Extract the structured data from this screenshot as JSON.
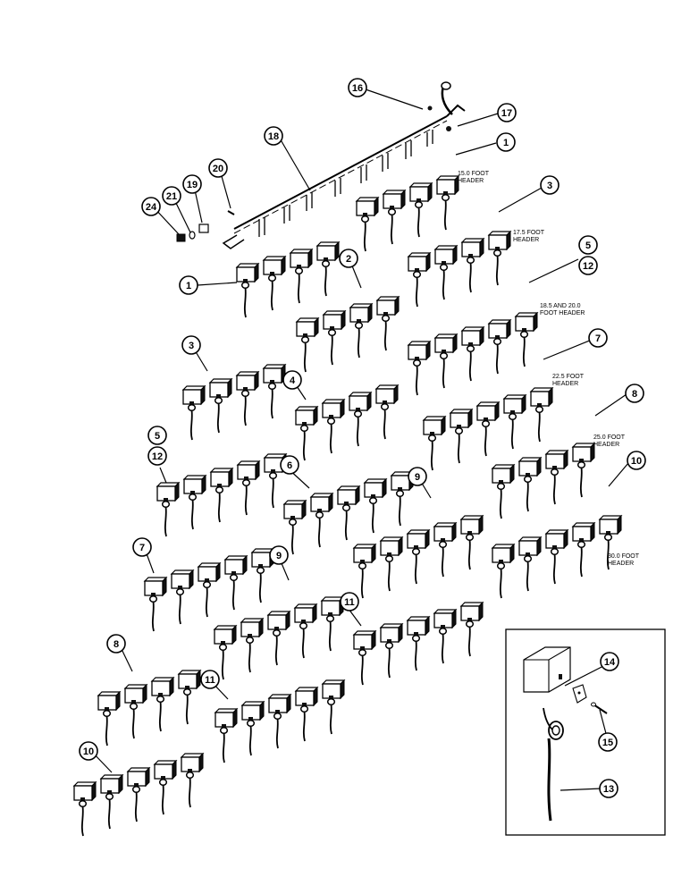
{
  "diagram": {
    "header_labels": {
      "h150": [
        "15.0 FOOT",
        "HEADER"
      ],
      "h175": [
        "17.5 FOOT",
        "HEADER"
      ],
      "h185": [
        "18.5 AND 20.0",
        "FOOT HEADER"
      ],
      "h225": [
        "22.5 FOOT",
        "HEADER"
      ],
      "h250": [
        "25.0 FOOT",
        "HEADER"
      ],
      "h300": [
        "30.0 FOOT",
        "HEADER"
      ]
    },
    "callouts": {
      "c16": "16",
      "c17": "17",
      "c18": "18",
      "c20": "20",
      "c19": "19",
      "c21": "21",
      "c24": "24",
      "c1a": "1",
      "c1b": "1",
      "c2": "2",
      "c3a": "3",
      "c3b": "3",
      "c4": "4",
      "c5a": "5",
      "c12a": "12",
      "c5b": "5",
      "c12b": "12",
      "c6": "6",
      "c7a": "7",
      "c7b": "7",
      "c8a": "8",
      "c8b": "8",
      "c9a": "9",
      "c9b": "9",
      "c10a": "10",
      "c10b": "10",
      "c11a": "11",
      "c11b": "11",
      "c13": "13",
      "c14": "14",
      "c15": "15"
    }
  }
}
